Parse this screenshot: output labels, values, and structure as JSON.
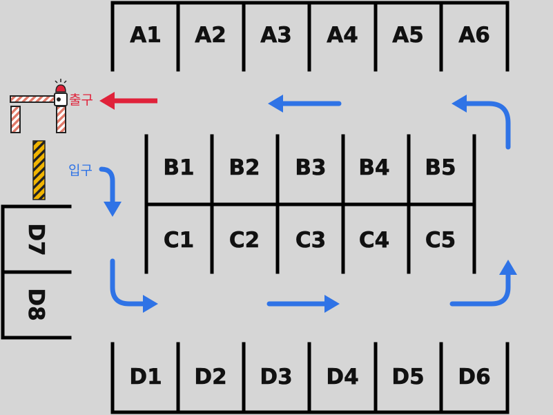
{
  "colors": {
    "background": "#d6d6d6",
    "lines": "#000000",
    "flow_arrow": "#2f73e6",
    "exit_arrow": "#e0223a",
    "barrier_stripe": "#e07a6a",
    "bollard": "#f0b400"
  },
  "signs": {
    "exit": "출구",
    "entrance": "입구"
  },
  "rows": {
    "a": [
      "A1",
      "A2",
      "A3",
      "A4",
      "A5",
      "A6"
    ],
    "b": [
      "B1",
      "B2",
      "B3",
      "B4",
      "B5"
    ],
    "c": [
      "C1",
      "C2",
      "C3",
      "C4",
      "C5"
    ],
    "d": [
      "D1",
      "D2",
      "D3",
      "D4",
      "D5",
      "D6"
    ],
    "side": [
      "D7",
      "D8"
    ]
  },
  "icons": {
    "barrier": "boom-barrier-icon",
    "beacon": "warning-beacon-icon",
    "bollard": "hazard-bollard-icon"
  }
}
